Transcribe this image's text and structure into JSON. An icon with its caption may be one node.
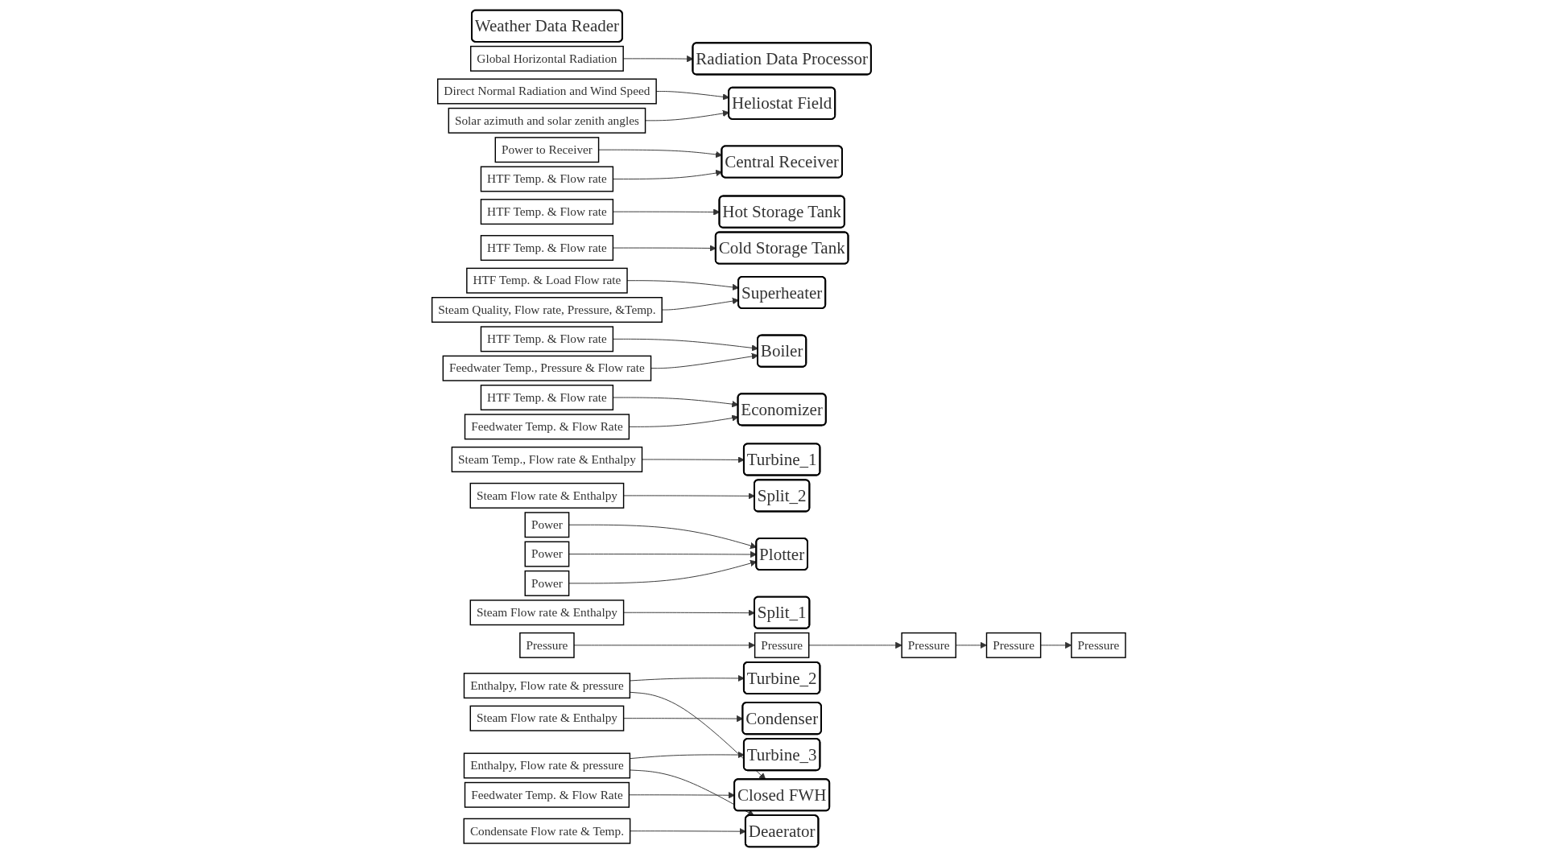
{
  "diagram": {
    "nodes": [
      {
        "text": [
          "Weather Data Reader"
        ]
      },
      {
        "text": [
          "Global Horizontal Radiation"
        ]
      },
      {
        "text": [
          "Direct Normal Radiation and Wind Speed"
        ]
      },
      {
        "text": [
          "Radiation Data Processor"
        ]
      },
      {
        "text": [
          "Solar azimuth and solar zenith angles"
        ]
      },
      {
        "text": [
          "Heliostat Field"
        ]
      },
      {
        "text": [
          "Power to Receiver"
        ]
      },
      {
        "text": [
          "Central Receiver"
        ]
      },
      {
        "text": [
          "HTF Temp. & Flow rate"
        ]
      },
      {
        "text": [
          "HTF Temp. & Flow rate"
        ]
      },
      {
        "text": [
          "Hot Storage Tank"
        ]
      },
      {
        "text": [
          "HTF Temp. & Load Flow rate"
        ]
      },
      {
        "text": [
          "Cold Storage Tank"
        ]
      },
      {
        "text": [
          "Superheater"
        ]
      },
      {
        "text": [
          "HTF Temp. & Flow rate"
        ]
      },
      {
        "text": [
          "Pressure"
        ]
      },
      {
        "text": [
          "Steam Temp., Flow rate & Enthalpy"
        ]
      },
      {
        "text": [
          "Boiler"
        ]
      },
      {
        "text": [
          "Steam Quality, Flow rate, Pressure, &Temp."
        ]
      },
      {
        "text": [
          "HTF Temp. & Flow rate"
        ]
      },
      {
        "text": [
          "Economizer"
        ]
      },
      {
        "text": [
          "Feedwater Temp., Pressure & Flow rate"
        ]
      },
      {
        "text": [
          "HTF Temp. & Flow rate"
        ]
      },
      {
        "text": [
          "Power"
        ]
      },
      {
        "text": [
          "Turbine_1"
        ]
      },
      {
        "text": [
          "Pressure"
        ]
      },
      {
        "text": [
          "Steam Flow rate & Enthalpy"
        ]
      },
      {
        "text": [
          "Split_2"
        ]
      },
      {
        "text": [
          "Enthalpy, Flow rate & pressure"
        ]
      },
      {
        "text": [
          "Plotter"
        ]
      },
      {
        "text": [
          "Power"
        ]
      },
      {
        "text": [
          "Turbine_2"
        ]
      },
      {
        "text": [
          "Pressure"
        ]
      },
      {
        "text": [
          "Steam Flow rate & Enthalpy"
        ]
      },
      {
        "text": [
          "Split_1"
        ]
      },
      {
        "text": [
          "Enthalpy, Flow rate & pressure"
        ]
      },
      {
        "text": [
          "Power"
        ]
      },
      {
        "text": [
          "Pressure"
        ]
      },
      {
        "text": [
          "Turbine_3"
        ]
      },
      {
        "text": [
          "Steam Flow rate & Enthalpy"
        ]
      },
      {
        "text": [
          "Pressure"
        ]
      },
      {
        "text": [
          "Condenser"
        ]
      },
      {
        "text": [
          "Condensate Flow rate & Temp."
        ]
      },
      {
        "text": [
          "Closed FWH"
        ]
      },
      {
        "text": [
          "Feedwater Temp. & Flow Rate"
        ]
      },
      {
        "text": [
          "Deaerator"
        ]
      },
      {
        "text": [
          "Feedwater Temp. & Flow Rate"
        ]
      }
    ],
    "edges": [
      {
        "from": 1,
        "to": 3,
        "arrow": "to"
      },
      {
        "from": 2,
        "to": 5,
        "arrow": "to"
      },
      {
        "from": 4,
        "to": 5,
        "arrow": "to"
      },
      {
        "from": 6,
        "to": 7,
        "arrow": "to"
      },
      {
        "from": 8,
        "to": 7,
        "arrow": "to"
      },
      {
        "from": 9,
        "to": 10,
        "arrow": "to"
      },
      {
        "from": 11,
        "to": 13,
        "arrow": "to"
      },
      {
        "from": 14,
        "to": 17,
        "arrow": "to"
      },
      {
        "from": 16,
        "to": 24,
        "arrow": "to"
      },
      {
        "from": 18,
        "to": 13,
        "arrow": "to"
      },
      {
        "from": 19,
        "to": 20,
        "arrow": "to"
      },
      {
        "from": 21,
        "to": 17,
        "arrow": "to"
      },
      {
        "from": 22,
        "to": 12,
        "arrow": "to"
      },
      {
        "from": 23,
        "to": 29,
        "arrow": "to"
      },
      {
        "from": 25,
        "to": 15,
        "arrow": "to"
      },
      {
        "from": 26,
        "to": 27,
        "arrow": "to"
      },
      {
        "from": 28,
        "to": 31,
        "arrow": "to"
      },
      {
        "from": 28,
        "to": 43,
        "arrow": "to"
      },
      {
        "from": 30,
        "to": 29,
        "arrow": "to"
      },
      {
        "from": 32,
        "to": 25,
        "arrow": "to"
      },
      {
        "from": 33,
        "to": 34,
        "arrow": "to"
      },
      {
        "from": 35,
        "to": 38,
        "arrow": "to"
      },
      {
        "from": 35,
        "to": 45,
        "arrow": "to"
      },
      {
        "from": 36,
        "to": 29,
        "arrow": "to"
      },
      {
        "from": 37,
        "to": 32,
        "arrow": "to"
      },
      {
        "from": 39,
        "to": 41,
        "arrow": "to"
      },
      {
        "from": 40,
        "to": 37,
        "arrow": "to"
      },
      {
        "from": 42,
        "to": 45,
        "arrow": "to"
      },
      {
        "from": 44,
        "to": 20,
        "arrow": "to"
      },
      {
        "from": 46,
        "to": 43,
        "arrow": "to"
      }
    ]
  }
}
